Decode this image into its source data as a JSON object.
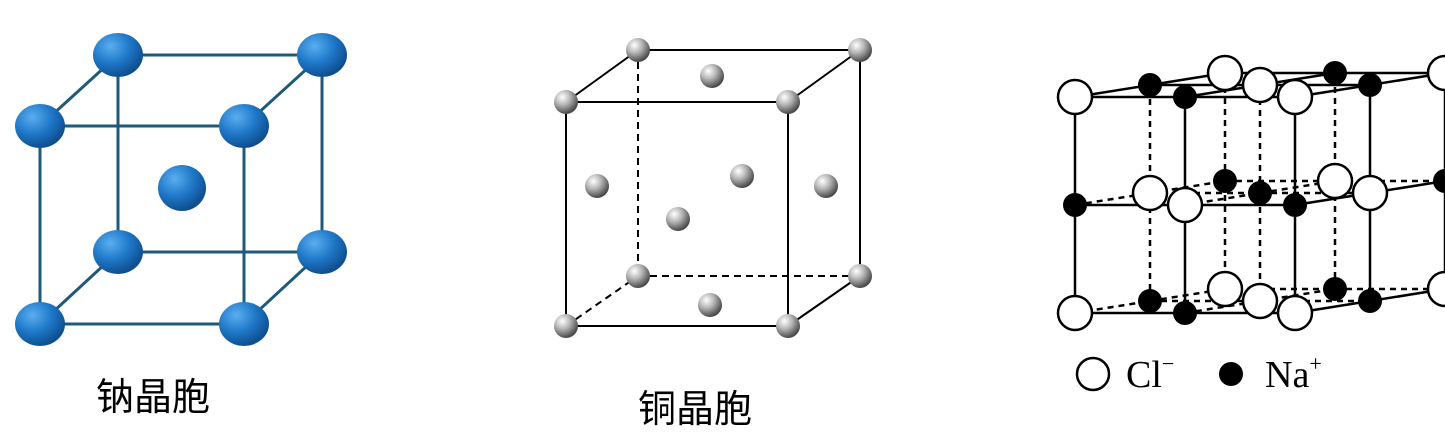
{
  "panels": [
    {
      "id": "sodium",
      "caption": "钠晶胞"
    },
    {
      "id": "copper",
      "caption": "铜晶胞"
    },
    {
      "id": "nacl",
      "caption": ""
    }
  ],
  "legend": [
    {
      "symbol": "Cl",
      "charge": "−",
      "marker": "hollow-circle"
    },
    {
      "symbol": "Na",
      "charge": "+",
      "marker": "filled-circle"
    }
  ],
  "colors": {
    "sodium_atom": "#1f78c8",
    "sodium_edge": "#1f5a78",
    "copper_atom": "#9a9a9a",
    "line": "#000000"
  }
}
